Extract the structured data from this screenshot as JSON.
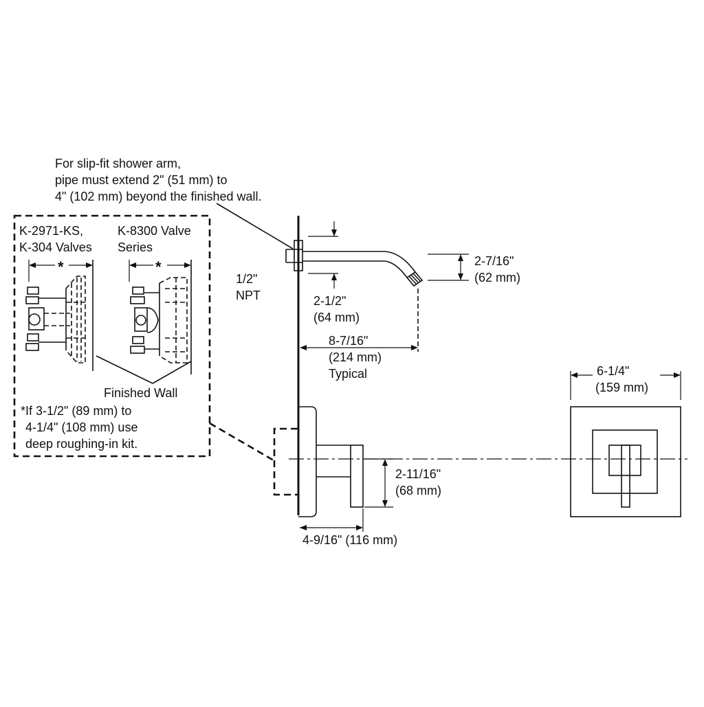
{
  "notes": {
    "slip_fit": [
      "For slip-fit shower arm,",
      "pipe must extend 2\" (51 mm) to",
      "4\" (102 mm) beyond the finished wall."
    ],
    "deep_kit": [
      "*If 3-1/2\" (89 mm) to",
      "4-1/4\" (108 mm) use",
      "deep roughing-in kit."
    ]
  },
  "valves": {
    "left": [
      "K-2971-KS,",
      "K-304 Valves"
    ],
    "right": [
      "K-8300 Valve",
      "Series"
    ],
    "asterisk": "*"
  },
  "labels": {
    "finished_wall": "Finished Wall",
    "npt": [
      "1/2\"",
      "NPT"
    ]
  },
  "dimensions": {
    "arm_drop": [
      "2-7/16\"",
      "(62 mm)"
    ],
    "pipe_extension": [
      "2-1/2\"",
      "(64 mm)"
    ],
    "arm_reach": [
      "8-7/16\"",
      "(214 mm)",
      "Typical"
    ],
    "trim_width": [
      "6-1/4\"",
      "(159 mm)"
    ],
    "handle_height": [
      "2-11/16\"",
      "(68 mm)"
    ],
    "trim_depth": "4-9/16\" (116 mm)"
  }
}
